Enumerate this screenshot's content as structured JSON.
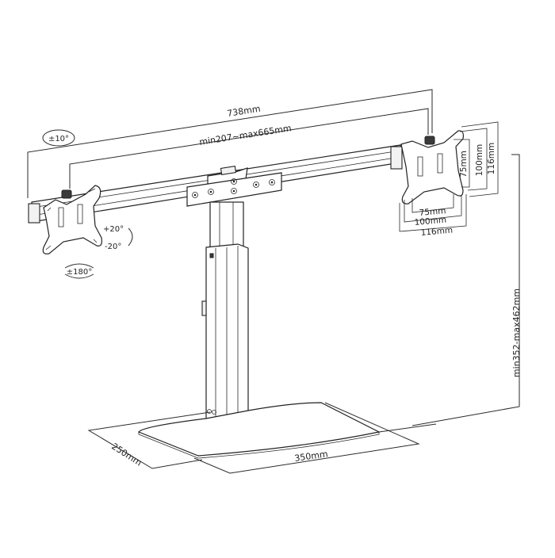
{
  "diagram": {
    "type": "technical-dimension-drawing",
    "subject": "dual monitor desk stand",
    "stroke_color": "#2a2a2a",
    "background_color": "#ffffff",
    "dimensions": {
      "overall_width": "738mm",
      "arm_span": "min207~max665mm",
      "height_range": "min352-max462mm",
      "base_depth": "250mm",
      "base_width": "350mm"
    },
    "vesa": {
      "horizontal": [
        "75mm",
        "100mm",
        "116mm"
      ],
      "vertical": [
        "75mm",
        "100mm",
        "116mm"
      ]
    },
    "angles": {
      "swivel": "±10°",
      "tilt_up": "+20°",
      "tilt_down": "-20°",
      "rotation": "±180°"
    }
  }
}
